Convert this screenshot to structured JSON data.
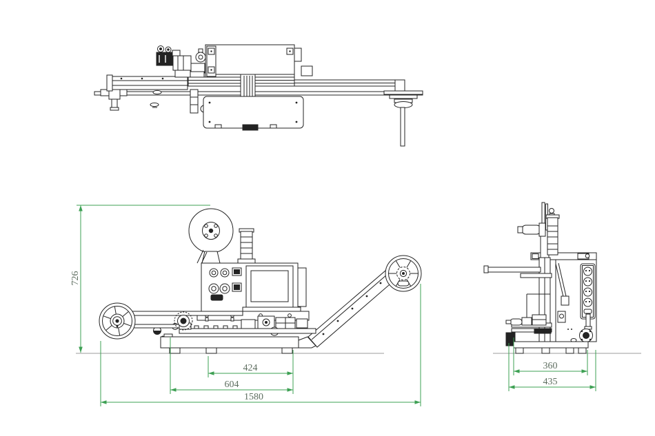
{
  "drawing": {
    "kind": "engineering-three-view",
    "colors": {
      "line": "#232323",
      "dimension_line": "#3da053",
      "dimension_text": "#5e6e60",
      "ground_line": "#9b9b9b",
      "background": "#ffffff"
    },
    "dimensions": {
      "front_height": "726",
      "front_inner_width": "424",
      "front_mid_width": "604",
      "front_total_width": "1580",
      "side_inner_width": "360",
      "side_total_width": "435"
    }
  }
}
